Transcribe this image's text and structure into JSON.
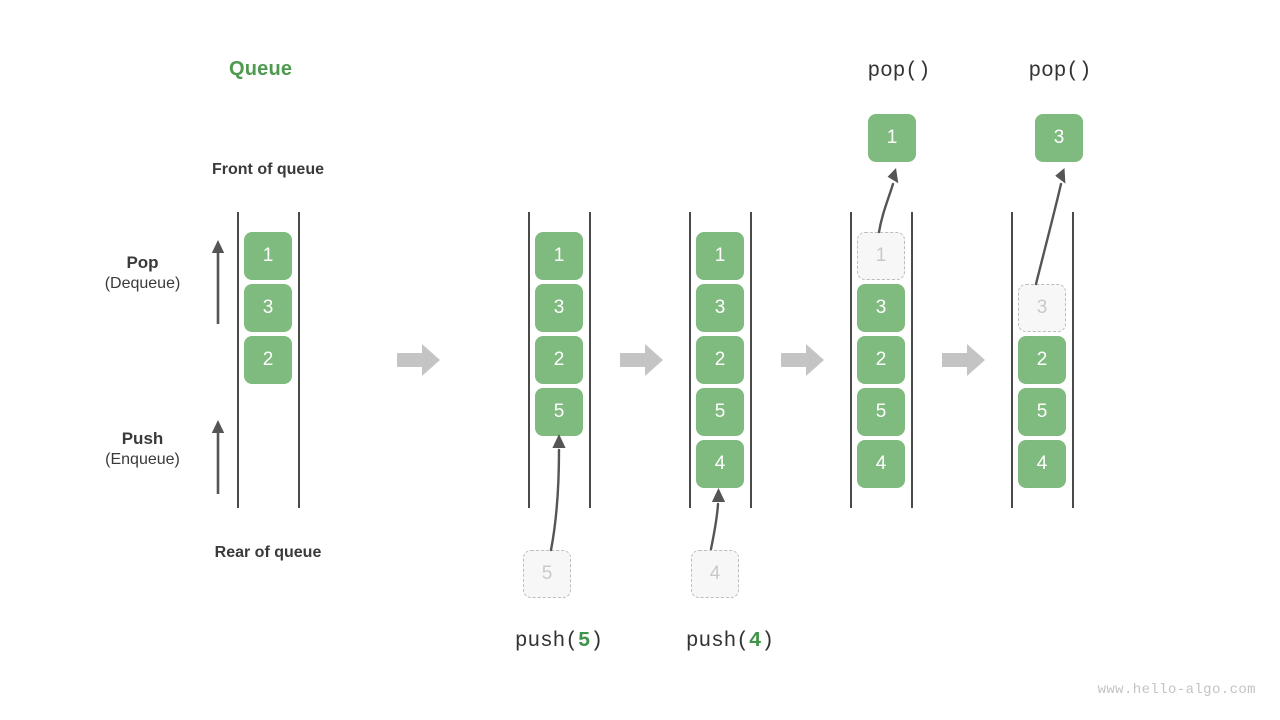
{
  "diagram": {
    "title": "Queue",
    "title_color": "#4e9a4e",
    "accent_green": "#7fba7f",
    "ghost_gray": "#bdbdbd",
    "arrow_gray": "#c4c4c4",
    "watermark": "www.hello-algo.com",
    "labels": {
      "front_of_queue": "Front of queue",
      "rear_of_queue": "Rear of queue",
      "pop_main": "Pop",
      "pop_sub": "(Dequeue)",
      "push_main": "Push",
      "push_sub": "(Enqueue)"
    },
    "panels": [
      {
        "id": "initial",
        "caption": "",
        "caption_prefix": "",
        "caption_arg": "",
        "caption_suffix": "",
        "cells": [
          {
            "value": "1",
            "state": "filled"
          },
          {
            "value": "3",
            "state": "filled"
          },
          {
            "value": "2",
            "state": "filled"
          }
        ],
        "incoming": null,
        "outgoing": null
      },
      {
        "id": "push-5",
        "caption": "push(5)",
        "caption_prefix": "push(",
        "caption_arg": "5",
        "caption_suffix": ")",
        "cells": [
          {
            "value": "1",
            "state": "filled"
          },
          {
            "value": "3",
            "state": "filled"
          },
          {
            "value": "2",
            "state": "filled"
          },
          {
            "value": "5",
            "state": "filled"
          }
        ],
        "incoming": {
          "value": "5",
          "state": "ghost"
        },
        "outgoing": null
      },
      {
        "id": "push-4",
        "caption": "push(4)",
        "caption_prefix": "push(",
        "caption_arg": "4",
        "caption_suffix": ")",
        "cells": [
          {
            "value": "1",
            "state": "filled"
          },
          {
            "value": "3",
            "state": "filled"
          },
          {
            "value": "2",
            "state": "filled"
          },
          {
            "value": "5",
            "state": "filled"
          },
          {
            "value": "4",
            "state": "filled"
          }
        ],
        "incoming": {
          "value": "4",
          "state": "ghost"
        },
        "outgoing": null
      },
      {
        "id": "pop-1",
        "caption": "pop()",
        "caption_prefix": "pop()",
        "caption_arg": "",
        "caption_suffix": "",
        "cells": [
          {
            "value": "1",
            "state": "ghost"
          },
          {
            "value": "3",
            "state": "filled"
          },
          {
            "value": "2",
            "state": "filled"
          },
          {
            "value": "5",
            "state": "filled"
          },
          {
            "value": "4",
            "state": "filled"
          }
        ],
        "incoming": null,
        "outgoing": {
          "value": "1",
          "state": "filled"
        }
      },
      {
        "id": "pop-3",
        "caption": "pop()",
        "caption_prefix": "pop()",
        "caption_arg": "",
        "caption_suffix": "",
        "cells": [
          {
            "value": "",
            "state": "empty"
          },
          {
            "value": "3",
            "state": "ghost"
          },
          {
            "value": "2",
            "state": "filled"
          },
          {
            "value": "5",
            "state": "filled"
          },
          {
            "value": "4",
            "state": "filled"
          }
        ],
        "incoming": null,
        "outgoing": {
          "value": "3",
          "state": "filled"
        }
      }
    ]
  }
}
